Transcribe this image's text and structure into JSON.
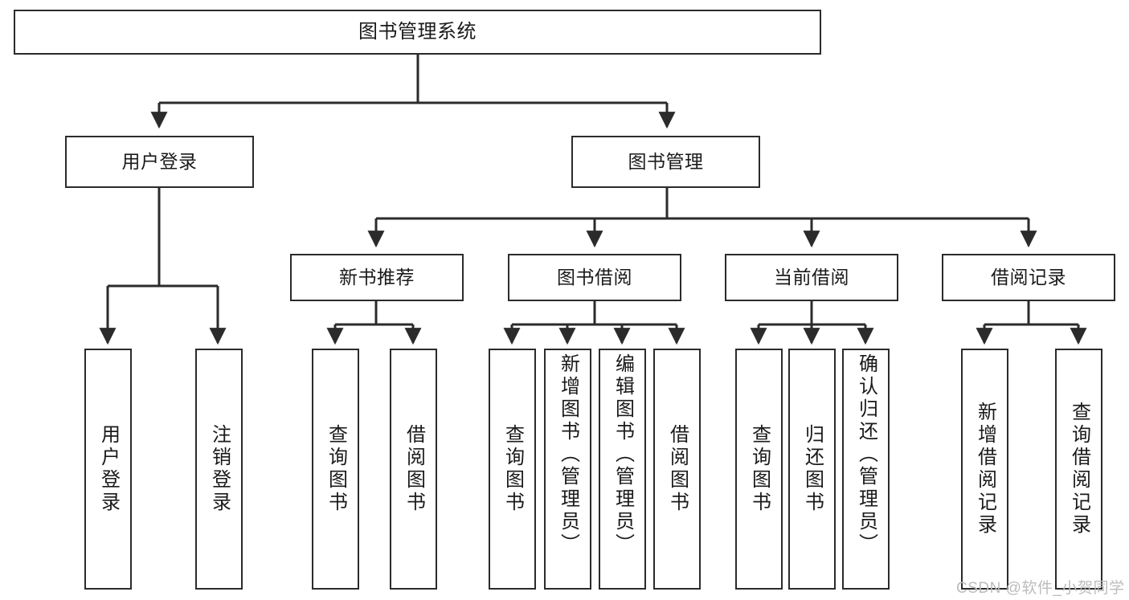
{
  "diagram": {
    "title_node": "图书管理系统",
    "type": "hierarchy-tree",
    "nodes": {
      "root": {
        "label": "图书管理系统"
      },
      "level2": [
        {
          "id": "user-login",
          "label": "用户登录"
        },
        {
          "id": "book-management",
          "label": "图书管理"
        }
      ],
      "level3": [
        {
          "id": "new-book-recommend",
          "label": "新书推荐"
        },
        {
          "id": "book-borrow",
          "label": "图书借阅"
        },
        {
          "id": "current-borrow",
          "label": "当前借阅"
        },
        {
          "id": "borrow-record",
          "label": "借阅记录"
        }
      ],
      "leaves": {
        "user_login": [
          {
            "id": "leaf-user-login",
            "label": "用户登录"
          },
          {
            "id": "leaf-user-logout",
            "label": "注销登录"
          }
        ],
        "new_book_recommend": [
          {
            "id": "leaf-query-book-1",
            "label": "查询图书"
          },
          {
            "id": "leaf-borrow-book-1",
            "label": "借阅图书"
          }
        ],
        "book_borrow": [
          {
            "id": "leaf-query-book-2",
            "label": "查询图书"
          },
          {
            "id": "leaf-add-book",
            "label": "新增图书（管理员）"
          },
          {
            "id": "leaf-edit-book",
            "label": "编辑图书（管理员）"
          },
          {
            "id": "leaf-borrow-book-2",
            "label": "借阅图书"
          }
        ],
        "current_borrow": [
          {
            "id": "leaf-query-book-3",
            "label": "查询图书"
          },
          {
            "id": "leaf-return-book",
            "label": "归还图书"
          },
          {
            "id": "leaf-confirm-return",
            "label": "确认归还（管理员）"
          }
        ],
        "borrow_record": [
          {
            "id": "leaf-add-borrow-record",
            "label": "新增借阅记录"
          },
          {
            "id": "leaf-query-borrow-record",
            "label": "查询借阅记录"
          }
        ]
      }
    },
    "colors": {
      "box_border": "#2b2b2b",
      "box_fill": "#ffffff",
      "edge": "#2b2b2b",
      "text": "#1a1a1a",
      "watermark": "#bcbcbc",
      "background": "#ffffff"
    }
  },
  "watermark": {
    "text": "CSDN @软件_小贺同学"
  }
}
